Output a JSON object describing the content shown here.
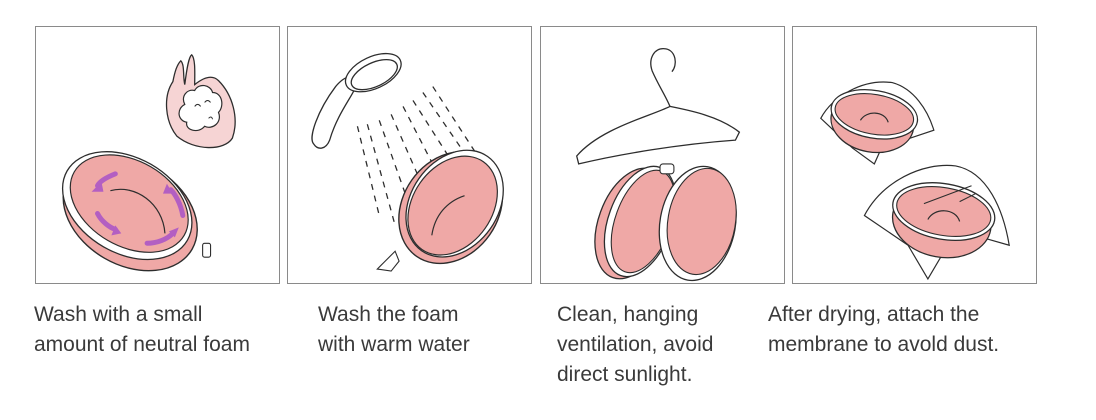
{
  "colors": {
    "pad_fill": "#efa8a6",
    "pad_fill_light": "#f6d4d4",
    "arrow": "#b35fc2",
    "line": "#2d2d2d",
    "panel_border": "#8a8a8a",
    "text": "#3a3a3a"
  },
  "steps": [
    {
      "illustration": "hand-with-foam-washing-pad",
      "caption_lines": [
        "Wash with a small",
        "amount of neutral foam"
      ]
    },
    {
      "illustration": "shower-head-rinsing-pad",
      "caption_lines": [
        "Wash the foam",
        "with warm water"
      ]
    },
    {
      "illustration": "pads-on-hanger",
      "caption_lines": [
        "Clean, hanging",
        "ventilation, avoid",
        "direct sunlight."
      ]
    },
    {
      "illustration": "pads-with-membrane",
      "caption_lines": [
        "After drying, attach the",
        "membrane to avold dust."
      ]
    }
  ]
}
